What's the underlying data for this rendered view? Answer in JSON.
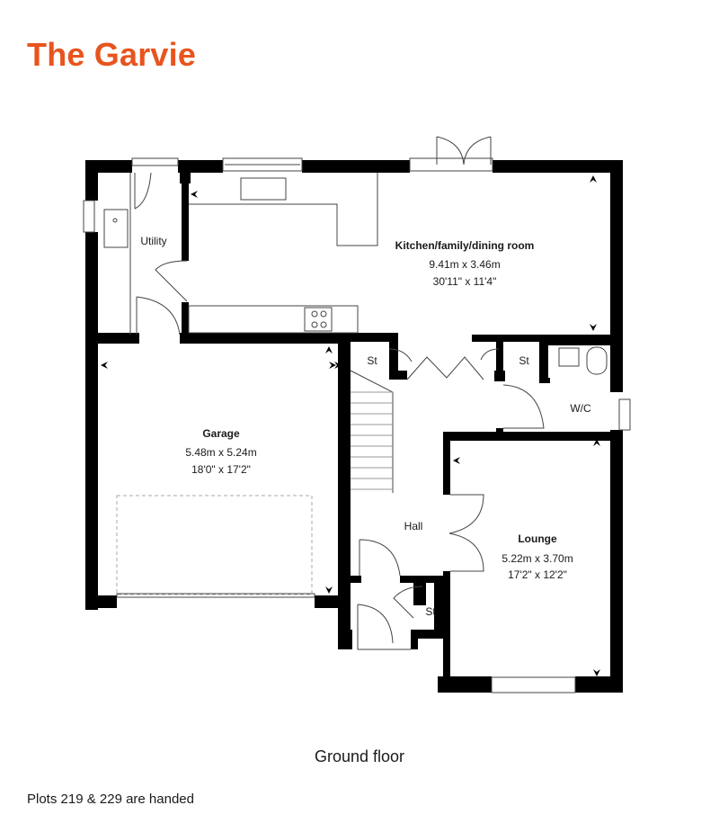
{
  "header": {
    "title": "The Garvie",
    "title_color": "#E8541E"
  },
  "plan": {
    "floor_label": "Ground floor",
    "wall_color": "#000000",
    "rooms": {
      "kitchen": {
        "name": "Kitchen/family/dining room",
        "metric": "9.41m x 3.46m",
        "imperial": "30'11\" x 11'4\""
      },
      "utility": {
        "name": "Utility"
      },
      "garage": {
        "name": "Garage",
        "metric": "5.48m x 5.24m",
        "imperial": "18'0\" x 17'2\""
      },
      "lounge": {
        "name": "Lounge",
        "metric": "5.22m x 3.70m",
        "imperial": "17'2\" x 12'2\""
      },
      "hall": {
        "name": "Hall"
      },
      "wc": {
        "name": "W/C"
      },
      "store1": {
        "name": "St"
      },
      "store2": {
        "name": "St"
      },
      "store3": {
        "name": "St"
      }
    }
  },
  "footer": {
    "note": "Plots 219 & 229 are handed"
  }
}
